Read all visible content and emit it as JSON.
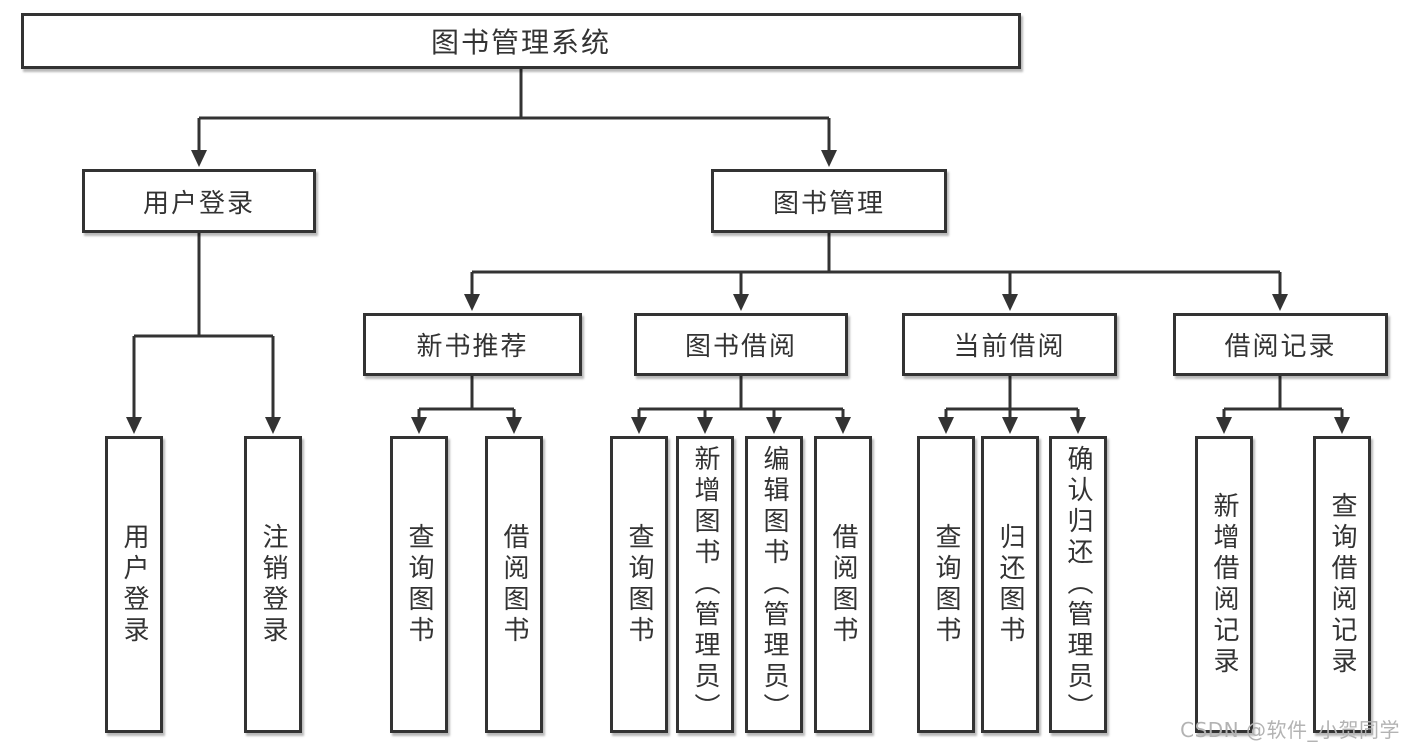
{
  "diagram": {
    "root": {
      "label": "图书管理系统"
    },
    "level2": [
      {
        "label": "用户登录"
      },
      {
        "label": "图书管理"
      }
    ],
    "level3": [
      {
        "label": "新书推荐"
      },
      {
        "label": "图书借阅"
      },
      {
        "label": "当前借阅"
      },
      {
        "label": "借阅记录"
      }
    ],
    "leaves": [
      {
        "label": "用户登录"
      },
      {
        "label": "注销登录"
      },
      {
        "label": "查询图书"
      },
      {
        "label": "借阅图书"
      },
      {
        "label": "查询图书"
      },
      {
        "label": "新增图书（管理员）"
      },
      {
        "label": "编辑图书（管理员）"
      },
      {
        "label": "借阅图书"
      },
      {
        "label": "查询图书"
      },
      {
        "label": "归还图书"
      },
      {
        "label": "确认归还（管理员）"
      },
      {
        "label": "新增借阅记录"
      },
      {
        "label": "查询借阅记录"
      }
    ]
  },
  "watermark": {
    "text": "CSDN @软件_小贺同学"
  },
  "colors": {
    "line": "#333333",
    "border": "#333333",
    "text": "#333333",
    "background": "#ffffff",
    "watermark": "#b3b3b3"
  }
}
